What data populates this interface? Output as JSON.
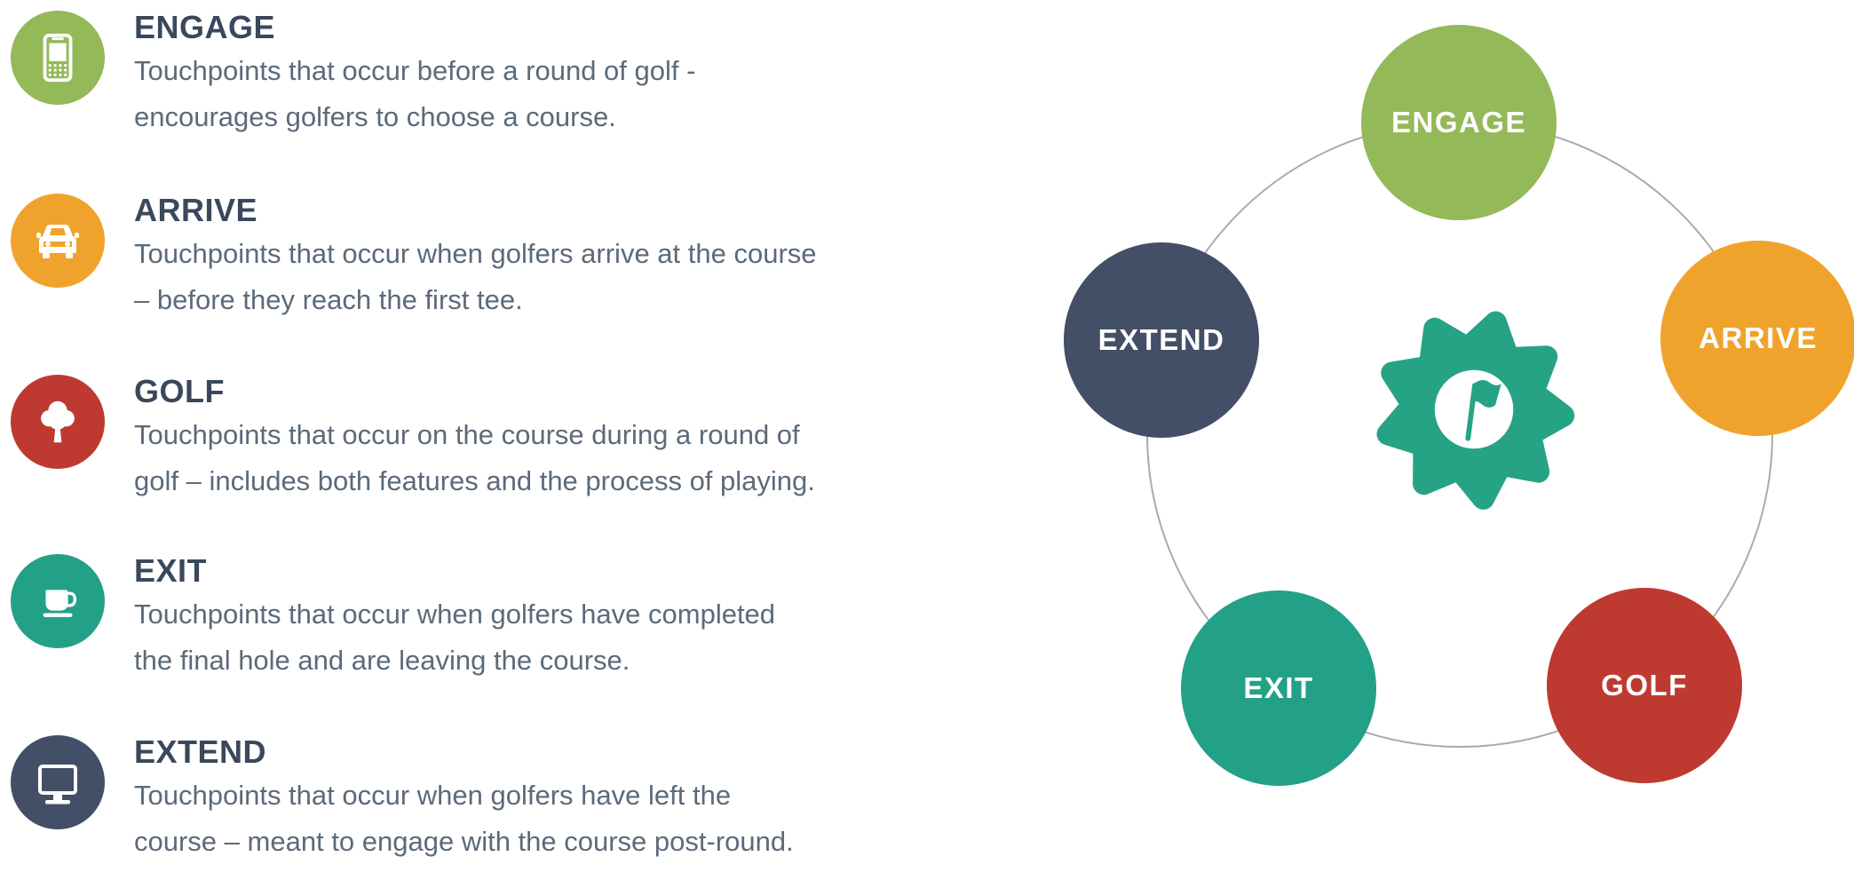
{
  "page": {
    "background": "#FFFFFF"
  },
  "list": {
    "title_color": "#3A485C",
    "body_color": "#5C6A7A",
    "items": [
      {
        "label": "ENGAGE",
        "color": "#94B958",
        "icon": "mobile-phone-icon",
        "desc": [
          "Touchpoints that occur before a round of golf -",
          "encourages golfers to choose a course."
        ]
      },
      {
        "label": "ARRIVE",
        "color": "#F0A32C",
        "icon": "car-icon",
        "desc": [
          "Touchpoints that occur when golfers arrive at the course",
          "– before they reach the first tee."
        ]
      },
      {
        "label": "GOLF",
        "color": "#BE3A31",
        "icon": "tree-icon",
        "desc": [
          "Touchpoints that occur on the course during a round of",
          "golf – includes both features and the process of playing."
        ]
      },
      {
        "label": "EXIT",
        "color": "#23A088",
        "icon": "coffee-cup-icon",
        "desc": [
          "Touchpoints that occur when golfers have completed",
          "the final hole and are leaving the course."
        ]
      },
      {
        "label": "EXTEND",
        "color": "#424F66",
        "icon": "monitor-icon",
        "desc": [
          "Touchpoints that occur when golfers have left the",
          "course – meant to engage with the course post-round."
        ]
      }
    ]
  },
  "diagram": {
    "ring_color": "#ABABAB",
    "label_color": "#FFFFFF",
    "gear_color": "#26A385",
    "center_icon": "gear-golf-flag-icon",
    "nodes": [
      {
        "label": "ENGAGE",
        "color": "#94B958"
      },
      {
        "label": "ARRIVE",
        "color": "#F0A32C"
      },
      {
        "label": "GOLF",
        "color": "#BE3A31"
      },
      {
        "label": "EXIT",
        "color": "#23A088"
      },
      {
        "label": "EXTEND",
        "color": "#424F66"
      }
    ]
  }
}
